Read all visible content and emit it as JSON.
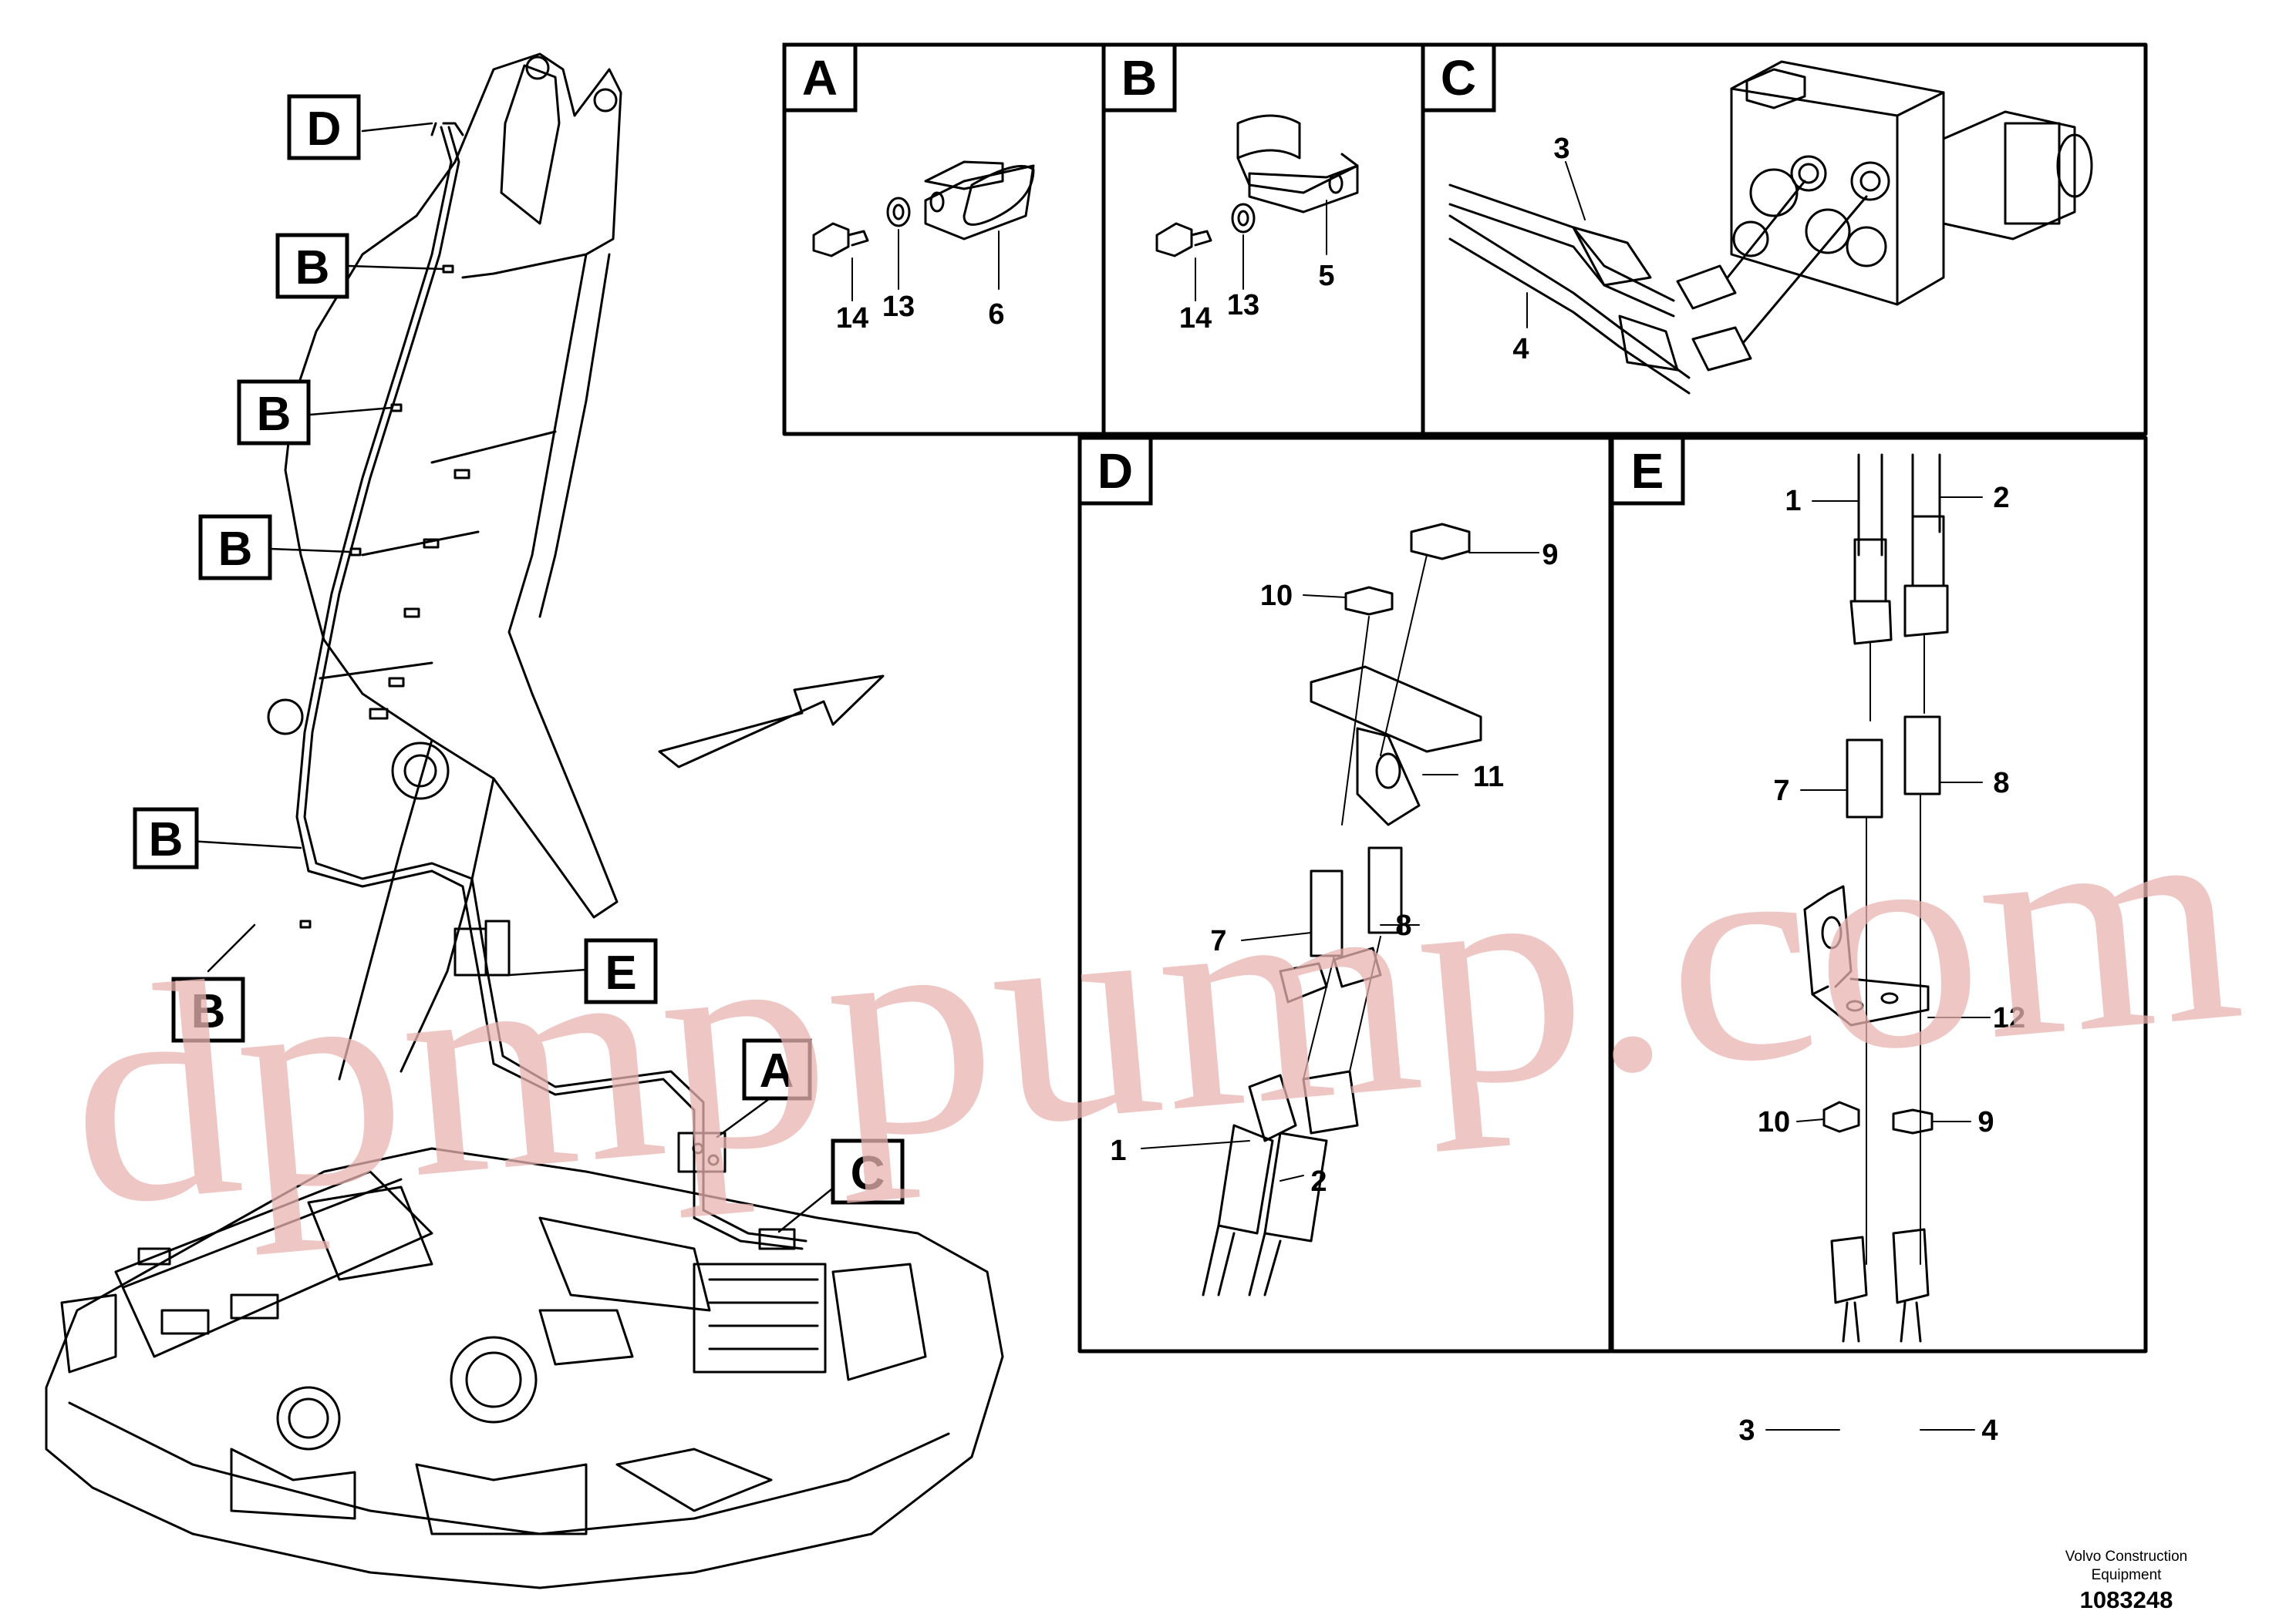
{
  "callouts": {
    "main": [
      {
        "id": "D",
        "text": "D"
      },
      {
        "id": "B1",
        "text": "B"
      },
      {
        "id": "B2",
        "text": "B"
      },
      {
        "id": "B3",
        "text": "B"
      },
      {
        "id": "B4",
        "text": "B"
      },
      {
        "id": "B5",
        "text": "B"
      },
      {
        "id": "E",
        "text": "E"
      },
      {
        "id": "A",
        "text": "A"
      },
      {
        "id": "C",
        "text": "C"
      }
    ]
  },
  "panels": {
    "A": {
      "tag": "A",
      "parts": [
        "14",
        "13",
        "6"
      ]
    },
    "B": {
      "tag": "B",
      "parts": [
        "14",
        "13",
        "5"
      ]
    },
    "C": {
      "tag": "C",
      "parts": [
        "3",
        "4"
      ]
    },
    "D": {
      "tag": "D",
      "parts": [
        "9",
        "10",
        "11",
        "7",
        "8",
        "1",
        "2"
      ]
    },
    "E": {
      "tag": "E",
      "parts": [
        "1",
        "2",
        "7",
        "8",
        "12",
        "10",
        "9",
        "3",
        "4"
      ]
    }
  },
  "watermark": "dpmppump.com",
  "footer": {
    "company": "Volvo Construction Equipment",
    "company_line1": "Volvo Construction",
    "company_line2": "Equipment",
    "drawing_number": "1083248"
  }
}
